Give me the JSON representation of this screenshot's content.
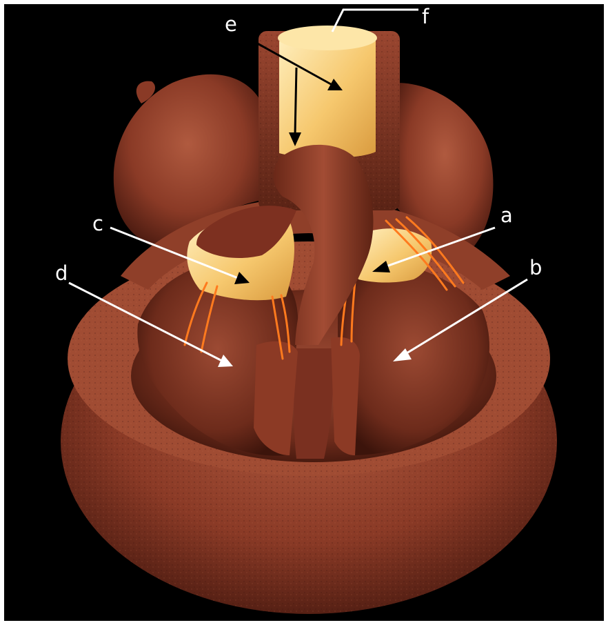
{
  "labels": {
    "a": "a",
    "b": "b",
    "c": "c",
    "d": "d",
    "e": "e",
    "f": "f"
  },
  "colors": {
    "background": "#000000",
    "frame": "#ffffff",
    "muscle": "#8a3a26",
    "muscle_dark": "#5e2416",
    "muscle_light": "#a9533a",
    "valve": "#f3c673",
    "valve_light": "#fde6a8",
    "chordae": "#ff7a1e",
    "label": "#ffffff",
    "arrow_white": "#ffffff",
    "arrow_black": "#000000"
  },
  "icons": {
    "arrowhead": "arrow-head-icon"
  }
}
